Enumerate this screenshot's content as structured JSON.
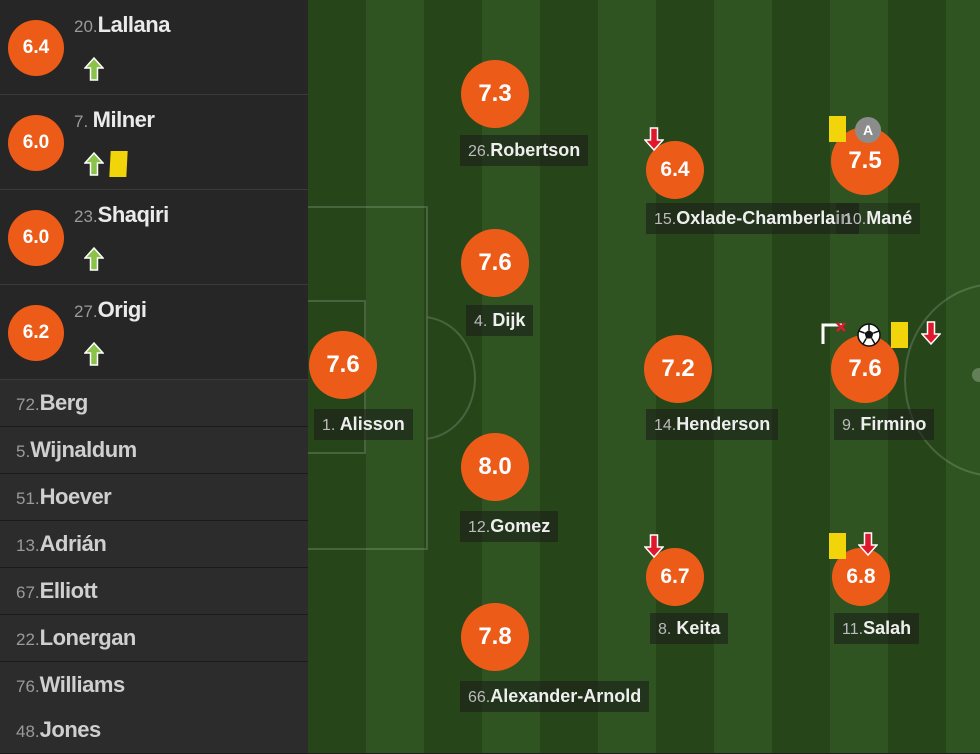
{
  "colors": {
    "rating_badge": "#ed5b19",
    "yellow_card": "#f2d40b",
    "sub_on_arrow": "#8bc34a",
    "sub_off_arrow": "#e0182b"
  },
  "substitutes": [
    {
      "number": "20.",
      "name": "Lallana",
      "rating": "6.4",
      "icons": [
        "sub-on-arrow-icon"
      ]
    },
    {
      "number": "7.",
      "name": "Milner",
      "rating": "6.0",
      "icons": [
        "sub-on-arrow-icon",
        "yellow-card-icon"
      ]
    },
    {
      "number": "23.",
      "name": "Shaqiri",
      "rating": "6.0",
      "icons": [
        "sub-on-arrow-icon"
      ]
    },
    {
      "number": "27.",
      "name": "Origi",
      "rating": "6.2",
      "icons": [
        "sub-on-arrow-icon"
      ]
    }
  ],
  "bench": [
    {
      "number": "72.",
      "name": "Berg"
    },
    {
      "number": "5.",
      "name": "Wijnaldum"
    },
    {
      "number": "51.",
      "name": "Hoever"
    },
    {
      "number": "13.",
      "name": "Adrián"
    },
    {
      "number": "67.",
      "name": "Elliott"
    },
    {
      "number": "22.",
      "name": "Lonergan"
    },
    {
      "number": "76.",
      "name": "Williams"
    },
    {
      "number": "48.",
      "name": "Jones"
    }
  ],
  "lineup": {
    "alisson": {
      "number": "1.",
      "name": "Alisson",
      "rating": "7.6"
    },
    "robertson": {
      "number": "26.",
      "name": "Robertson",
      "rating": "7.3"
    },
    "dijk": {
      "number": "4.",
      "name": "Dijk",
      "rating": "7.6"
    },
    "gomez": {
      "number": "12.",
      "name": "Gomez",
      "rating": "8.0"
    },
    "alexander_arnold": {
      "number": "66.",
      "name": "Alexander-Arnold",
      "rating": "7.8"
    },
    "oxlade": {
      "number": "15.",
      "name": "Oxlade-Chamberlain",
      "rating": "6.4",
      "icons": [
        "sub-off-arrow-icon"
      ]
    },
    "henderson": {
      "number": "14.",
      "name": "Henderson",
      "rating": "7.2"
    },
    "keita": {
      "number": "8.",
      "name": "Keita",
      "rating": "6.7",
      "icons": [
        "sub-off-arrow-icon"
      ]
    },
    "mane": {
      "number": "10.",
      "name": "Mané",
      "rating": "7.5",
      "captain_letter": "A",
      "icons": [
        "yellow-card-icon",
        "captain-icon"
      ]
    },
    "firmino": {
      "number": "9.",
      "name": "Firmino",
      "rating": "7.6",
      "icons": [
        "assist-icon",
        "goal-ball-icon",
        "yellow-card-icon",
        "sub-off-arrow-icon"
      ]
    },
    "salah": {
      "number": "11.",
      "name": "Salah",
      "rating": "6.8",
      "icons": [
        "yellow-card-icon",
        "sub-off-arrow-icon"
      ]
    }
  }
}
